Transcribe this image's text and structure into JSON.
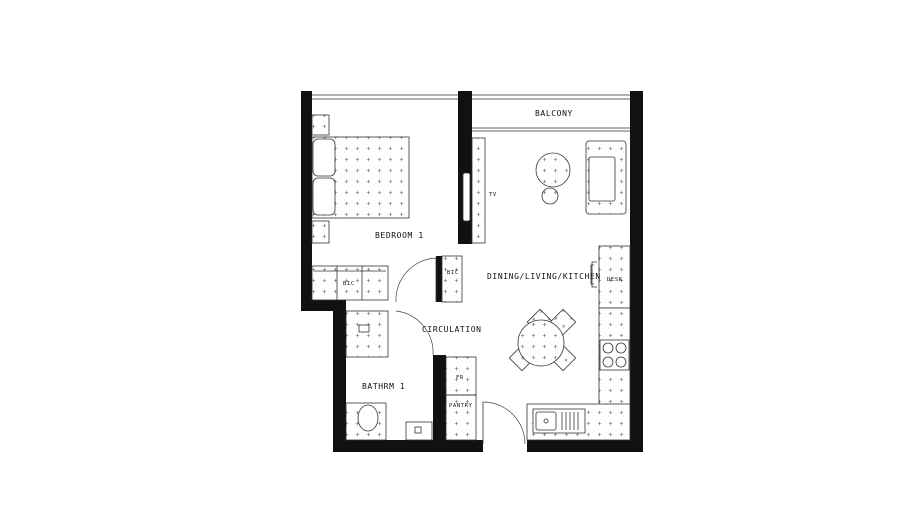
{
  "floorplan": {
    "rooms": {
      "balcony": "BALCONY",
      "bedroom": "BEDROOM 1",
      "living": "DINING/LIVING/KITCHEN",
      "circulation": "CIRCULATION",
      "bathroom": "BATHRM 1"
    },
    "fixtures": {
      "tv": "TV",
      "bic_bedroom": "BIC",
      "bic_hall": "BIC",
      "desk": "DESK",
      "fridge": "FR",
      "pantry": "PANTRY"
    },
    "colors": {
      "wall": "#111111",
      "line": "#333333",
      "furniture_dots": "#555555",
      "background": "#ffffff"
    }
  }
}
